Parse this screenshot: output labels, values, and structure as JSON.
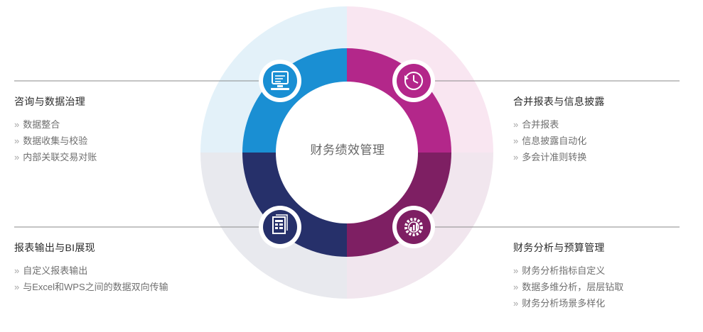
{
  "center": {
    "title": "财务绩效管理"
  },
  "quadrants": [
    {
      "id": "top-left",
      "title": "咨询与数据治理",
      "icon": "monitor-icon",
      "color": "#1a8fd3",
      "items": [
        "数据整合",
        "数据收集与校验",
        "内部关联交易对账"
      ]
    },
    {
      "id": "top-right",
      "title": "合并报表与信息披露",
      "icon": "clock-refresh-icon",
      "color": "#b3278a",
      "items": [
        "合并报表",
        "信息披露自动化",
        "多会计准则转换"
      ]
    },
    {
      "id": "bottom-left",
      "title": "报表输出与BI展现",
      "icon": "report-document-icon",
      "color": "#26306a",
      "items": [
        "自定义报表输出",
        "与Excel和WPS之间的数据双向传输"
      ]
    },
    {
      "id": "bottom-right",
      "title": "财务分析与预算管理",
      "icon": "analysis-gear-icon",
      "color": "#7e1f63",
      "items": [
        "财务分析指标自定义",
        "数据多维分析，层层钻取",
        "财务分析场景多样化"
      ]
    }
  ],
  "colors": {
    "bg_top_left": "#e3f1f9",
    "bg_top_right": "#f9e6f1",
    "bg_bottom_left": "#e8e9ee",
    "bg_bottom_right": "#f1e6ee",
    "line": "#8a8a8a"
  }
}
